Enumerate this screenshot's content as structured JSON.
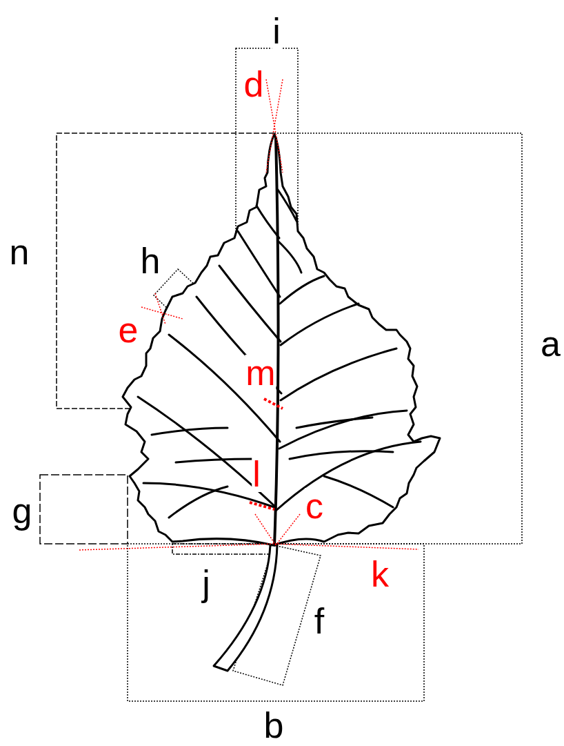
{
  "diagram": {
    "labels": [
      "i",
      "d",
      "n",
      "h",
      "e",
      "m",
      "a",
      "g",
      "l",
      "c",
      "j",
      "k",
      "f",
      "b"
    ]
  }
}
